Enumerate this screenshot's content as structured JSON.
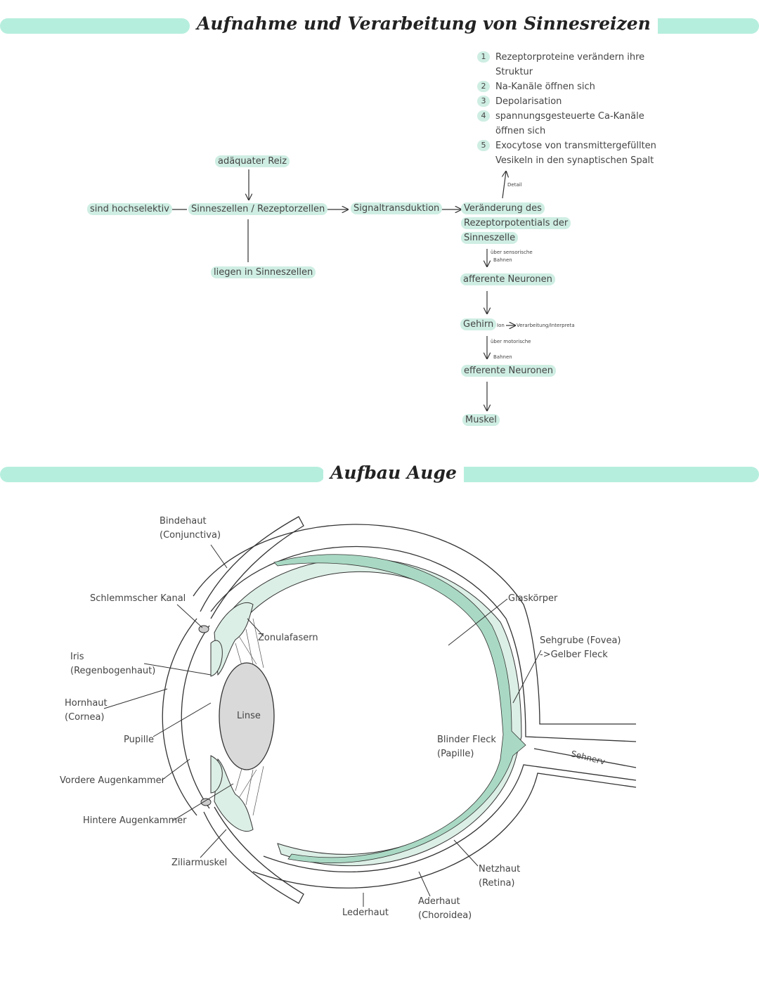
{
  "section1": {
    "title": "Aufnahme und Verarbeitung von Sinnesreizen",
    "nodes": {
      "stimulus": "adäquater Reiz",
      "selective": "sind hochselektiv",
      "cells": "Sinneszellen / Rezeptorzellen",
      "location": "liegen in Sinneszellen",
      "transduction": "Signaltransduktion",
      "change_l1": "Veränderung des",
      "change_l2": "Rezeptorpotentials der",
      "change_l3": "Sinneszelle",
      "afferent": "afferente Neuronen",
      "brain": "Gehirn",
      "efferent": "efferente Neuronen",
      "muscle": "Muskel"
    },
    "notes": {
      "detail": "Detail",
      "sensory_l1": "über sensorische",
      "sensory_l2": "Bahnen",
      "brain_l1": "Ion",
      "brain_l2": "Verarbeitung/Interpreta",
      "motor_l1": "über motorische",
      "motor_l2": "Bahnen"
    },
    "steps": [
      {
        "num": "1",
        "text": "Rezeptorproteine verändern ihre Struktur"
      },
      {
        "num": "2",
        "text": "Na-Kanäle öffnen sich"
      },
      {
        "num": "3",
        "text": "Depolarisation"
      },
      {
        "num": "4",
        "text": "spannungsgesteuerte Ca-Kanäle öffnen sich"
      },
      {
        "num": "5",
        "text": "Exocytose von transmittergefüllten Vesikeln in den synaptischen Spalt"
      }
    ]
  },
  "section2": {
    "title": "Aufbau Auge",
    "labels": {
      "bindehaut_l1": "Bindehaut",
      "bindehaut_l2": "(Conjunctiva)",
      "schlemm": "Schlemmscher Kanal",
      "zonula": "Zonulafasern",
      "iris_l1": "Iris",
      "iris_l2": "(Regenbogenhaut)",
      "hornhaut_l1": "Hornhaut",
      "hornhaut_l2": "(Cornea)",
      "pupille": "Pupille",
      "linse": "Linse",
      "vordere": "Vordere Augenkammer",
      "hintere": "Hintere Augenkammer",
      "ziliar": "Ziliarmuskel",
      "lederhaut": "Lederhaut",
      "aderhaut_l1": "Aderhaut",
      "aderhaut_l2": "(Choroidea)",
      "netzhaut_l1": "Netzhaut",
      "netzhaut_l2": "(Retina)",
      "blinder_l1": "Blinder Fleck",
      "blinder_l2": "(Papille)",
      "glas": "Glaskörper",
      "sehgrube_l1": "Sehgrube (Fovea)",
      "sehgrube_l2": "->Gelber Fleck",
      "sehnerv": "Sehnerv"
    }
  },
  "colors": {
    "band": "#b6eedd",
    "highlight": "#cfeee3",
    "retina": "#a9d9c4",
    "choroid": "#dcefe6",
    "lens": "#d9d9d9"
  }
}
